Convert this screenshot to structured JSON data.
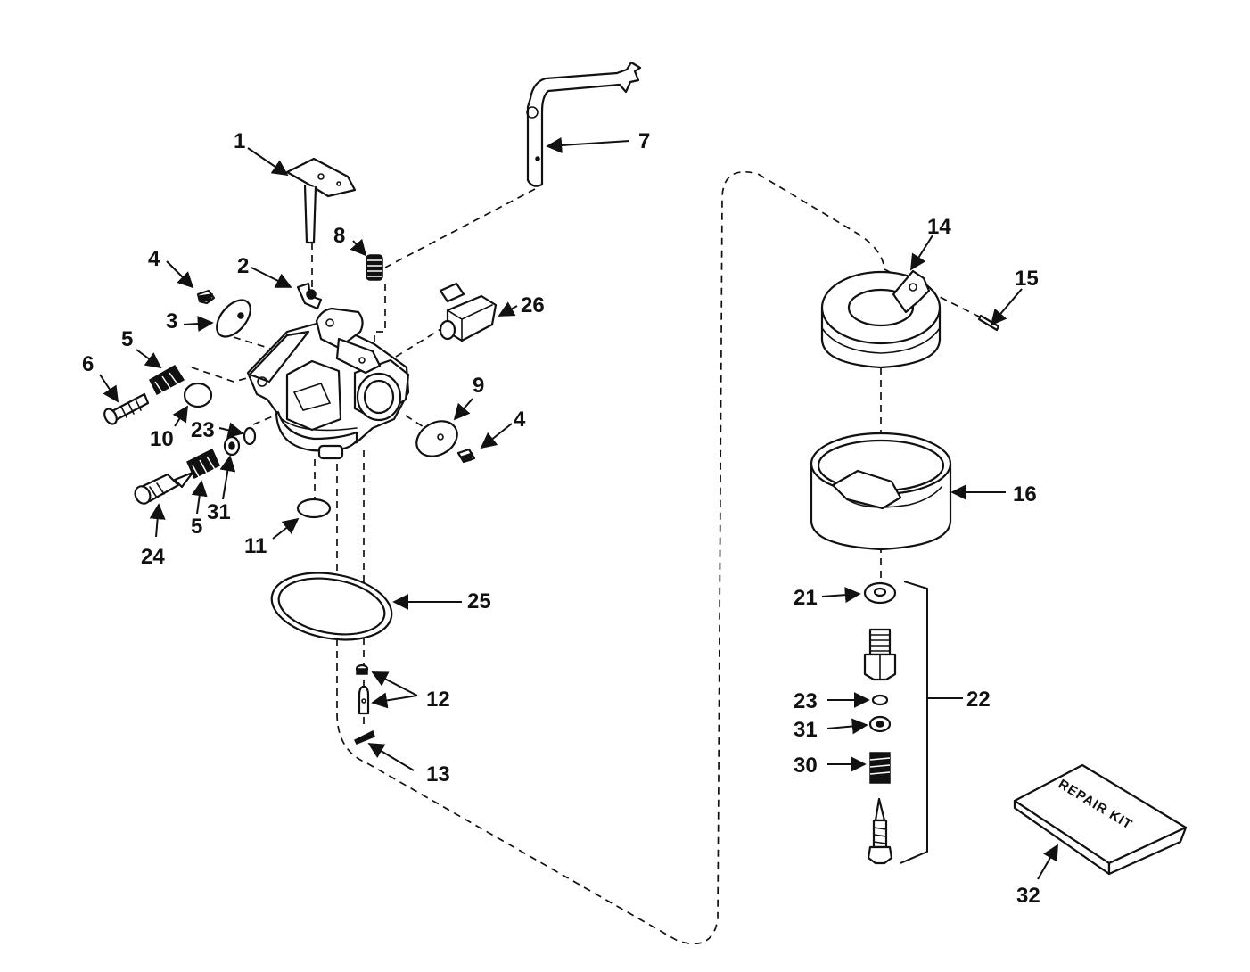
{
  "callouts": {
    "c1": "1",
    "c2": "2",
    "c3": "3",
    "c4a": "4",
    "c4b": "4",
    "c5a": "5",
    "c5b": "5",
    "c6": "6",
    "c7": "7",
    "c8": "8",
    "c9": "9",
    "c10": "10",
    "c11": "11",
    "c12": "12",
    "c13": "13",
    "c14": "14",
    "c15": "15",
    "c16": "16",
    "c21": "21",
    "c22": "22",
    "c23a": "23",
    "c23b": "23",
    "c24": "24",
    "c25": "25",
    "c26": "26",
    "c30": "30",
    "c31a": "31",
    "c31b": "31",
    "c32": "32"
  },
  "repair_kit": {
    "label": "REPAIR KIT"
  }
}
